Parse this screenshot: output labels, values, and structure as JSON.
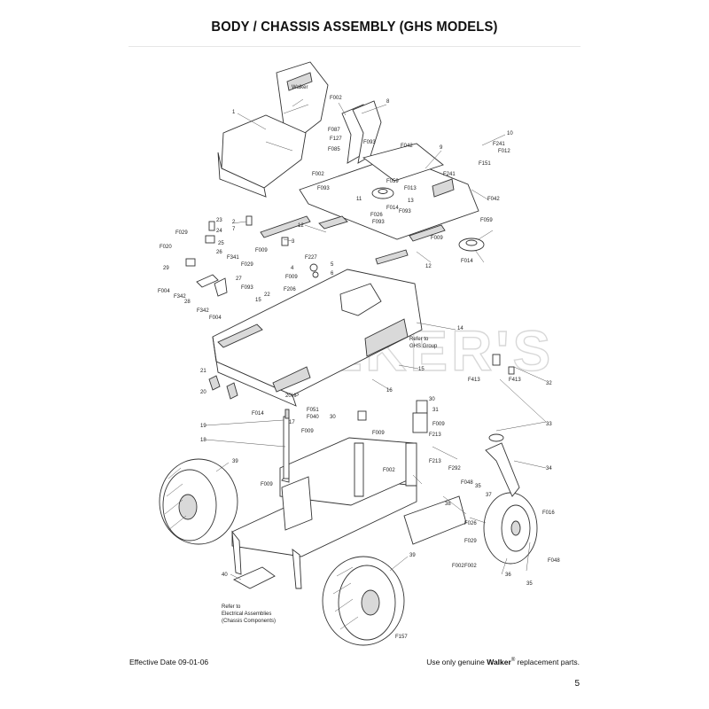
{
  "header": {
    "title": "BODY / CHASSIS ASSEMBLY (GHS MODELS)"
  },
  "watermark": "WALKER'S",
  "callouts": {
    "n1": "1",
    "n2": "2",
    "n3": "3",
    "n4": "4",
    "n5": "5",
    "n6": "6",
    "n7": "7",
    "n8": "8",
    "n9": "9",
    "n10": "10",
    "n11": "11",
    "n12a": "12",
    "n12b": "12",
    "n13": "13",
    "n14": "14",
    "n15a": "15",
    "n15b": "15",
    "n16": "16",
    "n17": "17",
    "n18": "18",
    "n19": "19",
    "n20": "20",
    "n21": "21",
    "n22": "22",
    "n23": "23",
    "n24": "24",
    "n25": "25",
    "n26": "26",
    "n27": "27",
    "n28": "28",
    "n29": "29",
    "n30a": "30",
    "n30b": "30",
    "n31": "31",
    "n32": "32",
    "n33": "33",
    "n34": "34",
    "n35a": "35",
    "n35b": "35",
    "n36": "36",
    "n37": "37",
    "n38": "38",
    "n39a": "39",
    "n39b": "39",
    "n40": "40",
    "f002a": "F002",
    "f002b": "F002",
    "f002c": "F002",
    "f002d": "F002",
    "f002e": "F002",
    "f087": "F087",
    "f127": "F127",
    "f085": "F085",
    "f093a": "F093",
    "f093b": "F093",
    "f093c": "F093",
    "f093d": "F093",
    "f093e": "F093",
    "f042a": "F042",
    "f042b": "F042",
    "f241a": "F241",
    "f241b": "F241",
    "f012": "F012",
    "f151": "F151",
    "f059a": "F059",
    "f059b": "F059",
    "f013": "F013",
    "f026a": "F026",
    "f026b": "F026",
    "f014a": "F014",
    "f014b": "F014",
    "f014c": "F014",
    "f009a": "F009",
    "f009b": "F009",
    "f009c": "F009",
    "f009d": "F009",
    "f009e": "F009",
    "f009f": "F009",
    "f009g": "F009",
    "f029a": "F029",
    "f029b": "F029",
    "f029c": "F029",
    "f020": "F020",
    "f004a": "F004",
    "f004b": "F004",
    "f342a": "F342",
    "f342b": "F342",
    "f341": "F341",
    "f227": "F227",
    "f206": "F206",
    "f413a": "F413",
    "f413b": "F413",
    "f051": "F051",
    "f040": "F040",
    "f213a": "F213",
    "f213b": "F213",
    "f292": "F292",
    "f048a": "F048",
    "f048b": "F048",
    "f016": "F016",
    "f157": "F157"
  },
  "notes": {
    "ghs_line1": "Refer to",
    "ghs_line2": "GHS Group",
    "elec_line1": "Refer to",
    "elec_line2": "Electrical Assemblies",
    "elec_line3": "(Chassis Components)",
    "seat_logo": "Walker",
    "engine_badge": "20HP"
  },
  "footer": {
    "effective_date": "Effective Date 09-01-06",
    "disclaimer_pre": "Use only genuine ",
    "brand": "Walker",
    "registered": "®",
    "disclaimer_post": " replacement parts.",
    "page_number": "5"
  }
}
